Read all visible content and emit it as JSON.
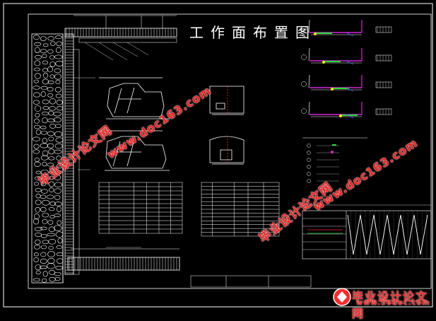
{
  "drawing": {
    "title": "工作面布置图",
    "colors": {
      "background": "#000000",
      "line": "#ffffff",
      "accent_green": "#22dd33",
      "accent_magenta": "#dd22dd",
      "accent_blue": "#3366ff",
      "accent_yellow": "#ffee00",
      "accent_red": "#ff2020"
    }
  },
  "watermarks": {
    "cn_text": "毕业设计论文网",
    "url_text": "www.doc163.com",
    "logo_cn": "毕业设计论文网",
    "logo_url": "www.56doc.com"
  }
}
